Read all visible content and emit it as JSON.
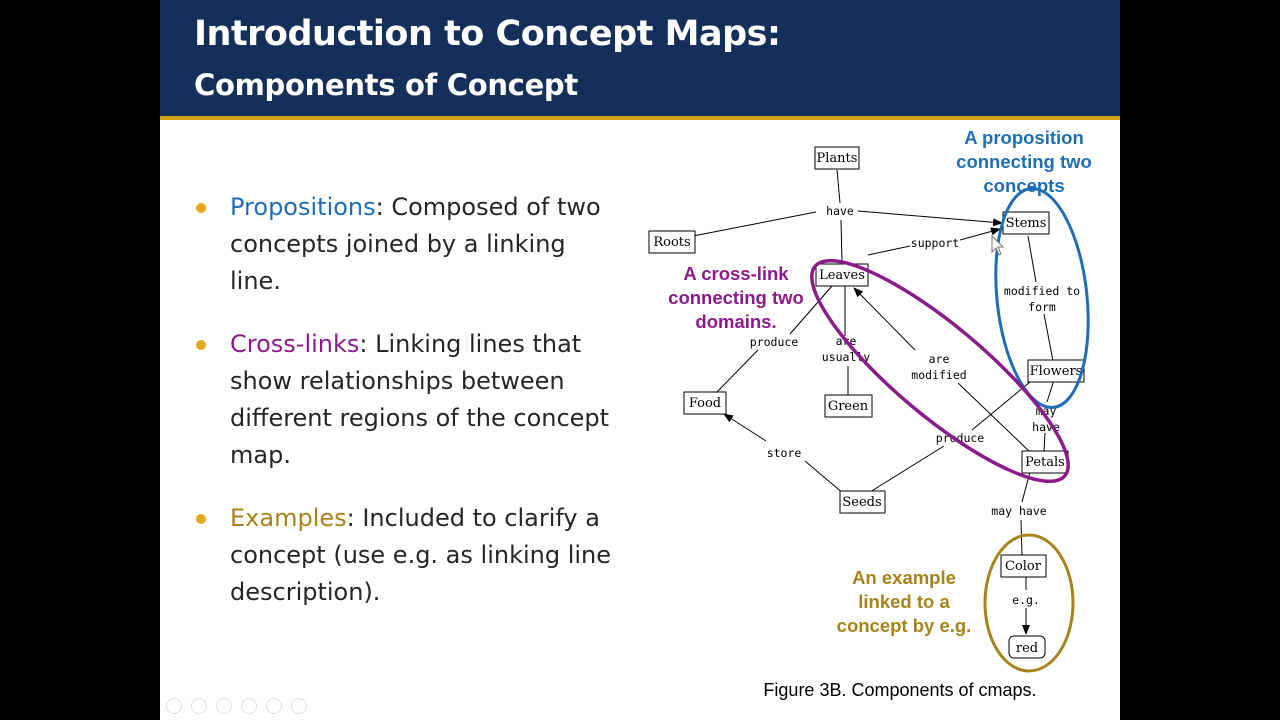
{
  "slide": {
    "title_line1": "Introduction to Concept Maps:",
    "title_line2": "Components of Concept"
  },
  "bullets": [
    {
      "term": "Propositions",
      "text": ":  Composed of two concepts joined by a linking line.",
      "color": "#1f6eb4"
    },
    {
      "term": "Cross-links",
      "text": ": Linking lines that show relationships between different regions of the concept map.",
      "color": "#8b1a8b"
    },
    {
      "term": "Examples",
      "text": ":  Included to clarify a concept (use e.g. as linking line description).",
      "color": "#a8821a"
    }
  ],
  "diagram": {
    "concepts": [
      "Plants",
      "Roots",
      "Stems",
      "Leaves",
      "Flowers",
      "Food",
      "Green",
      "Petals",
      "Seeds",
      "Color",
      "red"
    ],
    "links": [
      "have",
      "support",
      "modified to",
      "form",
      "produce",
      "are",
      "usually",
      "are",
      "modified",
      "may",
      "have",
      "produce",
      "store",
      "may have",
      "e.g."
    ],
    "annotations": {
      "proposition": [
        "A proposition",
        "connecting two",
        "concepts"
      ],
      "crosslink": [
        "A cross-link",
        "connecting two",
        "domains."
      ],
      "example": [
        "An example",
        "linked to a",
        "concept by e.g."
      ]
    },
    "caption": "Figure 3B.  Components of cmaps.",
    "colors": {
      "proposition": "#1f6eb4",
      "crosslink": "#8b1a8b",
      "example": "#a8821a"
    }
  },
  "player_controls": [
    "previous-icon",
    "next-icon",
    "pen-icon",
    "slides-icon",
    "zoom-icon",
    "more-icon"
  ]
}
